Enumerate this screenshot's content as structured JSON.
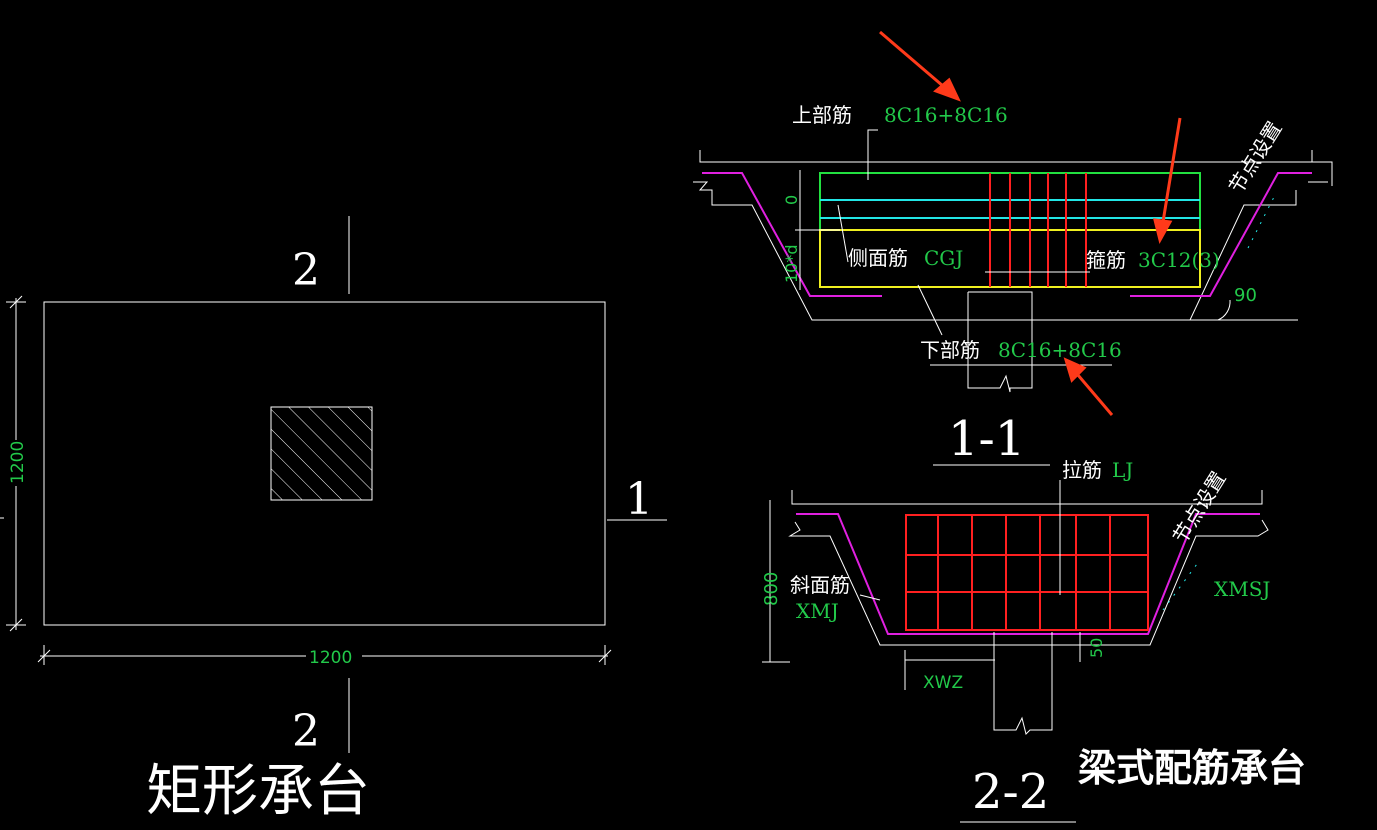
{
  "left_view": {
    "section_top": "2",
    "section_bottom": "2",
    "section_right": "1",
    "dim_width": "1200",
    "dim_height": "1200",
    "caption": "矩形承台"
  },
  "section_1_1": {
    "top_bar_label": "上部筋",
    "top_bar_value": "8C16+8C16",
    "side_bar_label": "侧面筋",
    "side_bar_value": "CGJ",
    "stirrup_label": "箍筋",
    "stirrup_value": "3C12(3)",
    "bottom_bar_label": "下部筋",
    "bottom_bar_value": "8C16+8C16",
    "node_setting": "节点设置",
    "angle": "90",
    "dim_zero": "0",
    "dim_10d": "10*d",
    "title": "1-1"
  },
  "section_2_2": {
    "tie_label": "拉筋",
    "tie_value": "LJ",
    "node_setting": "节点设置",
    "slope_label": "斜面筋",
    "slope_value": "XMJ",
    "slope_side_value": "XMSJ",
    "dim_height": "800",
    "dim_50": "50",
    "xwz": "XWZ",
    "title": "2-2"
  },
  "main_caption": "梁式配筋承台",
  "colors": {
    "outline": "#ffffff",
    "dimension_text": "#22c94a",
    "rebar_main": "#ff2020",
    "rebar_side": "#22e6e6",
    "frame_green": "#22e040",
    "frame_yellow": "#f0f020",
    "slope_magenta": "#e020e0",
    "arrow": "#ff3a1a"
  }
}
